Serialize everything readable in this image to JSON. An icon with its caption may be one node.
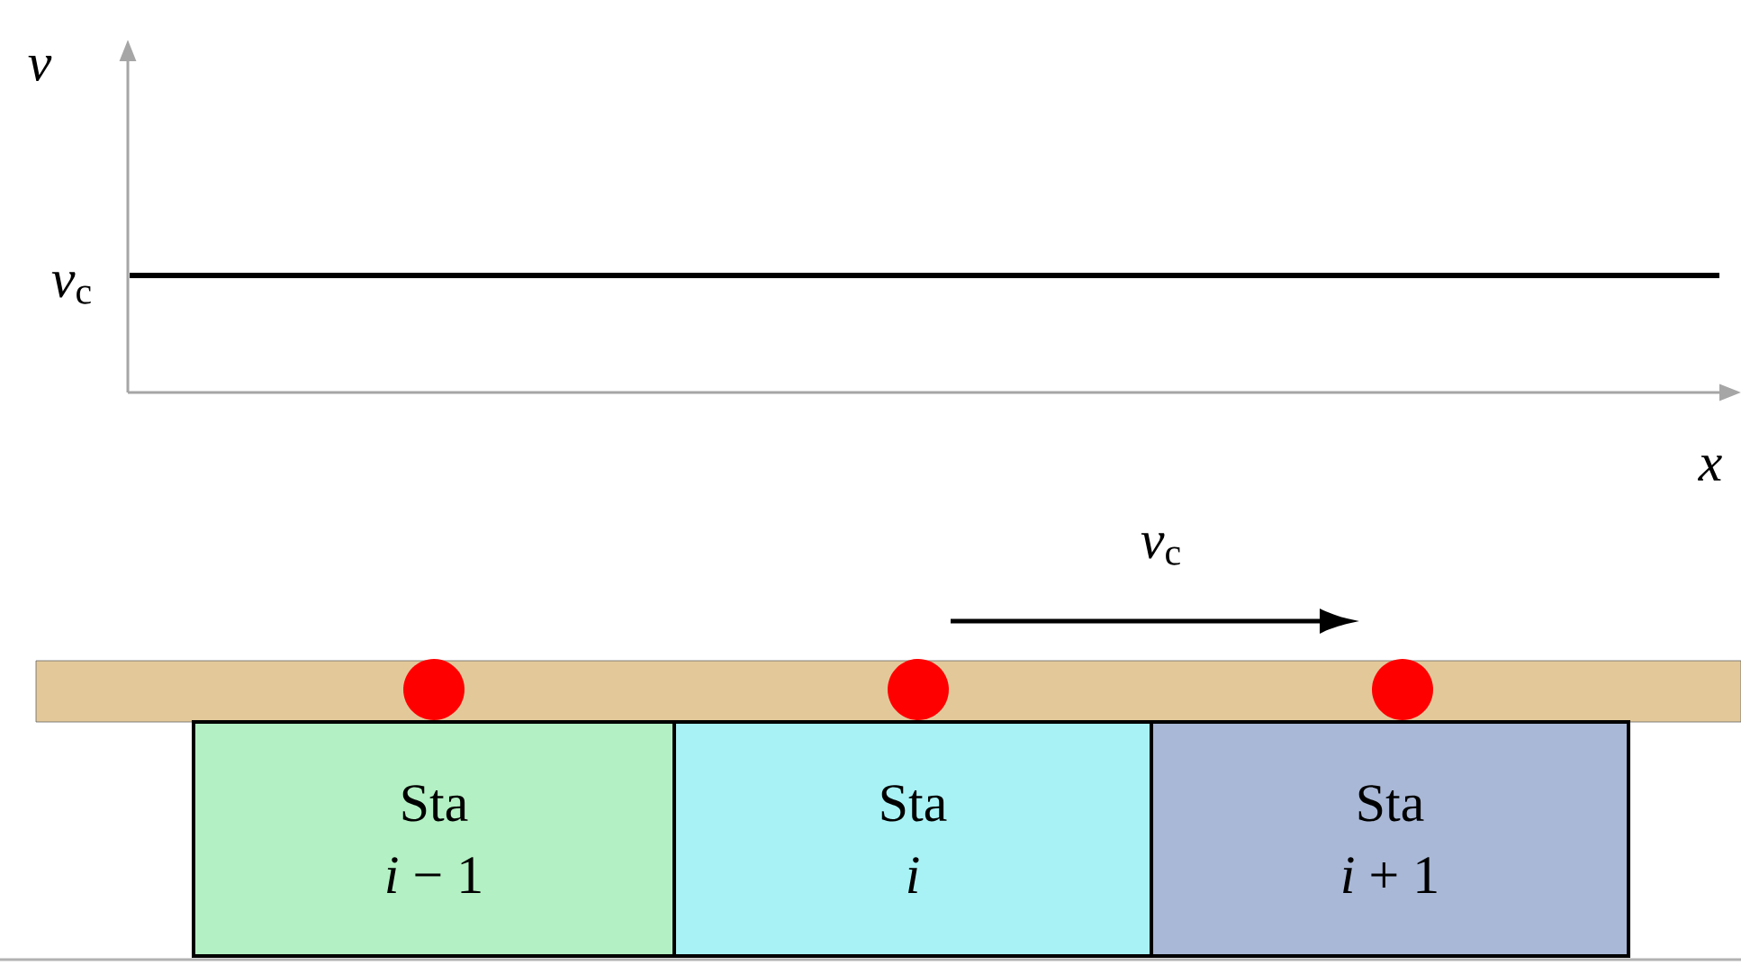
{
  "diagram": {
    "nodes": [
      {
        "text": [
          "Sta",
          "*i* − 1"
        ]
      },
      {
        "text": [
          "Sta",
          "*i*"
        ]
      },
      {
        "text": [
          "Sta",
          "*i* + 1"
        ]
      }
    ],
    "labels": [
      "v",
      "*v*$_{c}$",
      "x",
      "*v*$_{c}$"
    ]
  }
}
